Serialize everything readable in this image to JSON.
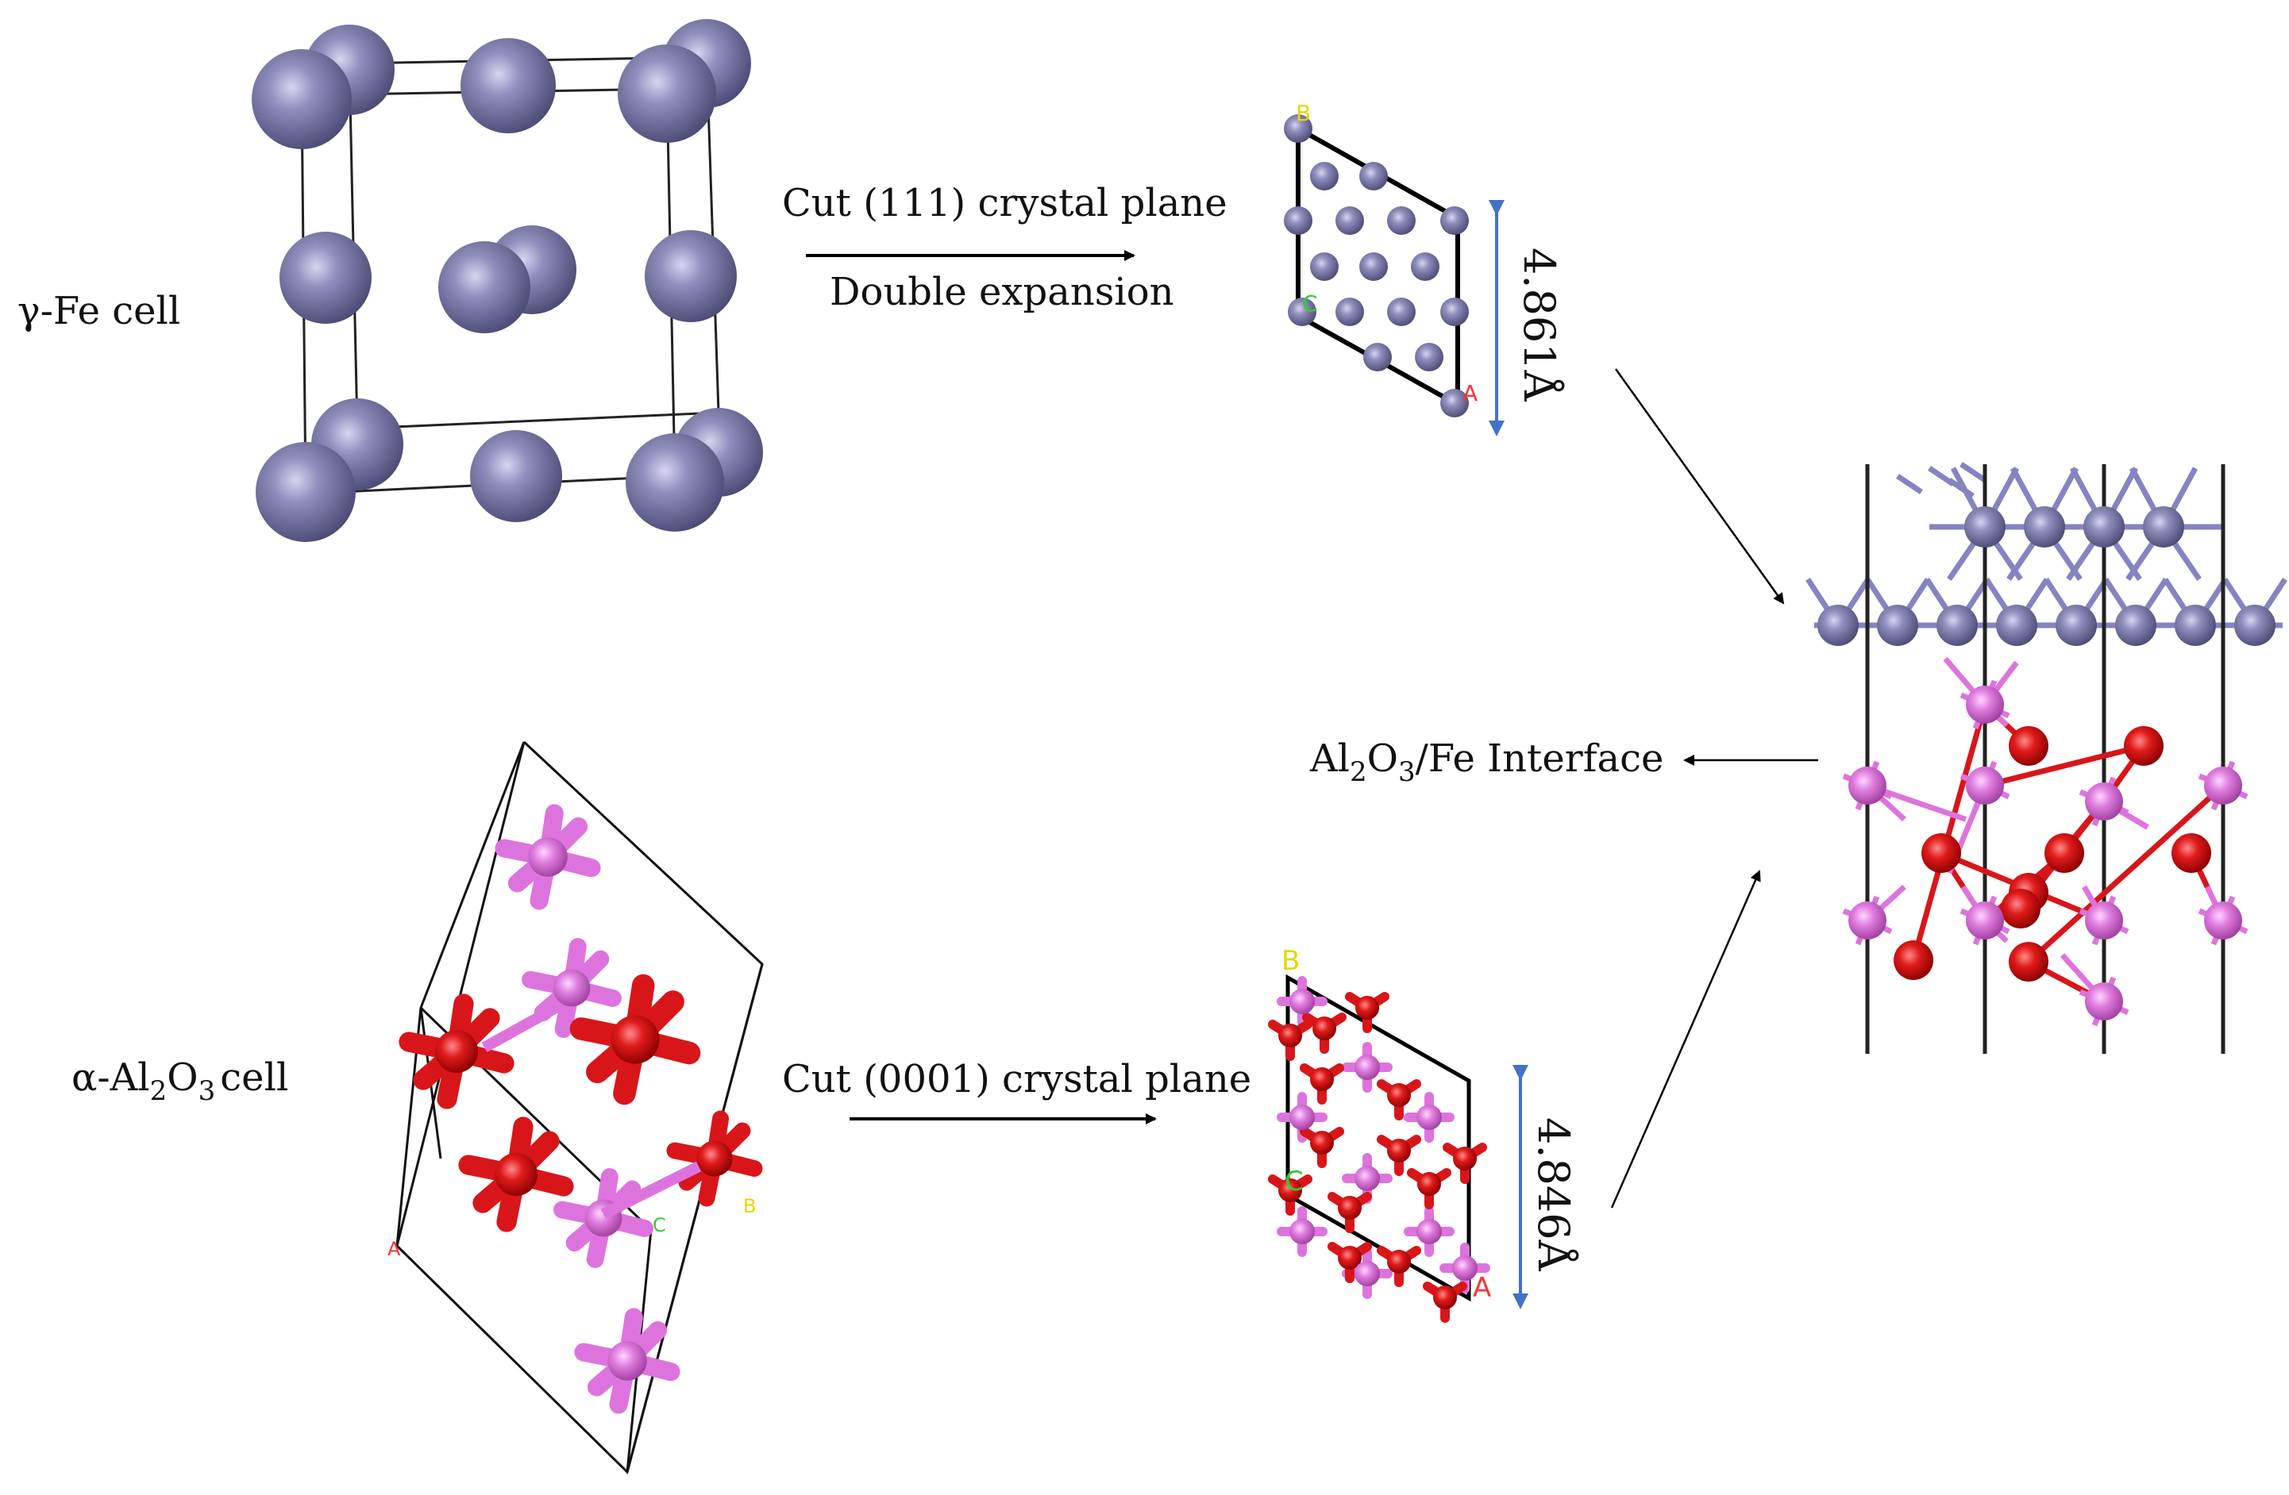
{
  "labels": {
    "fe_cell": "γ-Fe cell",
    "al_cell_prefix": "α-Al",
    "al_cell_sub1": "2",
    "al_cell_mid": "O",
    "al_cell_sub2": "3",
    "al_cell_suffix": "cell",
    "cut_fe": "Cut (111) crystal plane",
    "double_exp": "Double expansion",
    "cut_al": "Cut (0001) crystal plane",
    "dim_fe": "4.861Å",
    "dim_al": "4.846Å",
    "interface_prefix": "Al",
    "interface_sub1": "2",
    "interface_mid": "O",
    "interface_sub2": "3",
    "interface_suffix": "/Fe Interface"
  },
  "axis_letters": {
    "fe": {
      "A": "A",
      "B": "B",
      "C": "C"
    },
    "al_cell": {
      "A": "A",
      "B": "B",
      "C": "C"
    },
    "al_plane": {
      "A": "A",
      "B": "B",
      "C": "C"
    }
  },
  "colors": {
    "fe_atom": "#7b7aa6",
    "o_atom": "#d8161a",
    "al_atom": "#dd74dd",
    "dim_arrow": "#4472c4",
    "axis_a": "#ff3333",
    "axis_b": "#e6d800",
    "axis_c": "#33cc33"
  }
}
